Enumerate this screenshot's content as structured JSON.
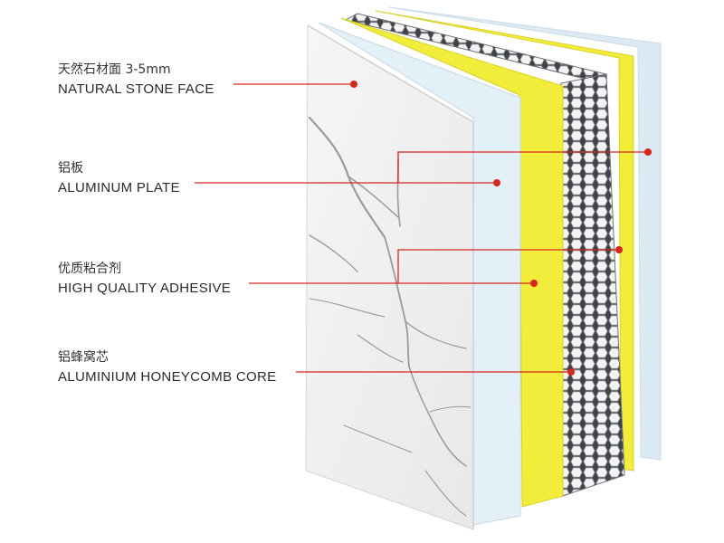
{
  "labels": [
    {
      "cn": "天然石材面 3-5mm",
      "en": "NATURAL STONE FACE"
    },
    {
      "cn": "铝板",
      "en": "ALUMINUM PLATE"
    },
    {
      "cn": "优质粘合剂",
      "en": "HIGH QUALITY ADHESIVE"
    },
    {
      "cn": "铝蜂窝芯",
      "en": "ALUMINIUM HONEYCOMB CORE"
    }
  ],
  "colors": {
    "stone": "#eeeeee",
    "aluminum": "#e3f0f8",
    "adhesive": "#f2ec3a",
    "honeycomb": "#8a8d92",
    "pointer": "#d7261e"
  }
}
